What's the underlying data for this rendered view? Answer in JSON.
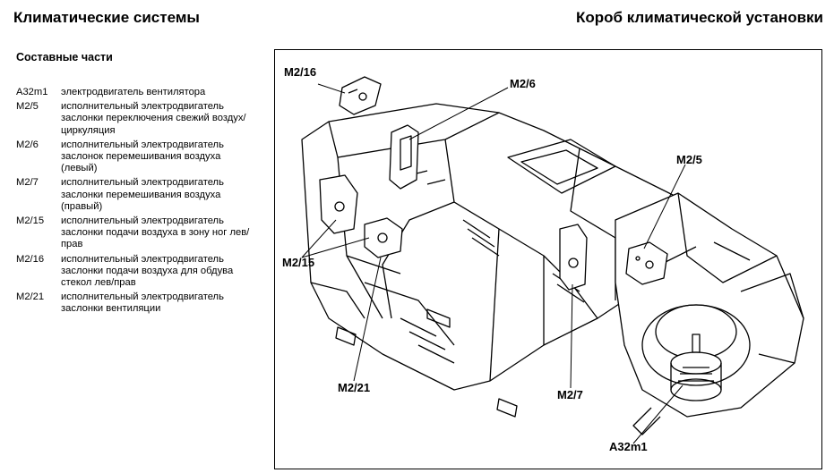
{
  "header": {
    "left_title": "Климатические системы",
    "right_title": "Короб климатической установки"
  },
  "components": {
    "heading": "Составные части",
    "items": [
      {
        "code": "A32m1",
        "description": "электродвигатель вентилятора"
      },
      {
        "code": "M2/5",
        "description": "исполнительный электродвигатель заслонки переключения свежий воздух/циркуляция"
      },
      {
        "code": "M2/6",
        "description": "исполнительный электродвигатель заслонок перемешивания воздуха (левый)"
      },
      {
        "code": "M2/7",
        "description": "исполнительный электродвигатель заслонки перемешивания воздуха (правый)"
      },
      {
        "code": "M2/15",
        "description": "исполнительный электродвигатель заслонки подачи воздуха в зону ног лев/прав"
      },
      {
        "code": "M2/16",
        "description": "исполнительный электродвигатель заслонки подачи воздуха для обдува стекол лев/прав"
      },
      {
        "code": "M2/21",
        "description": "исполнительный электродвигатель заслонки вентиляции"
      }
    ]
  },
  "figure": {
    "callouts": {
      "m2_16": "M2/16",
      "m2_6": "M2/6",
      "m2_5": "M2/5",
      "m2_15": "M2/15",
      "m2_21": "M2/21",
      "m2_7": "M2/7",
      "a32m1": "A32m1"
    }
  }
}
